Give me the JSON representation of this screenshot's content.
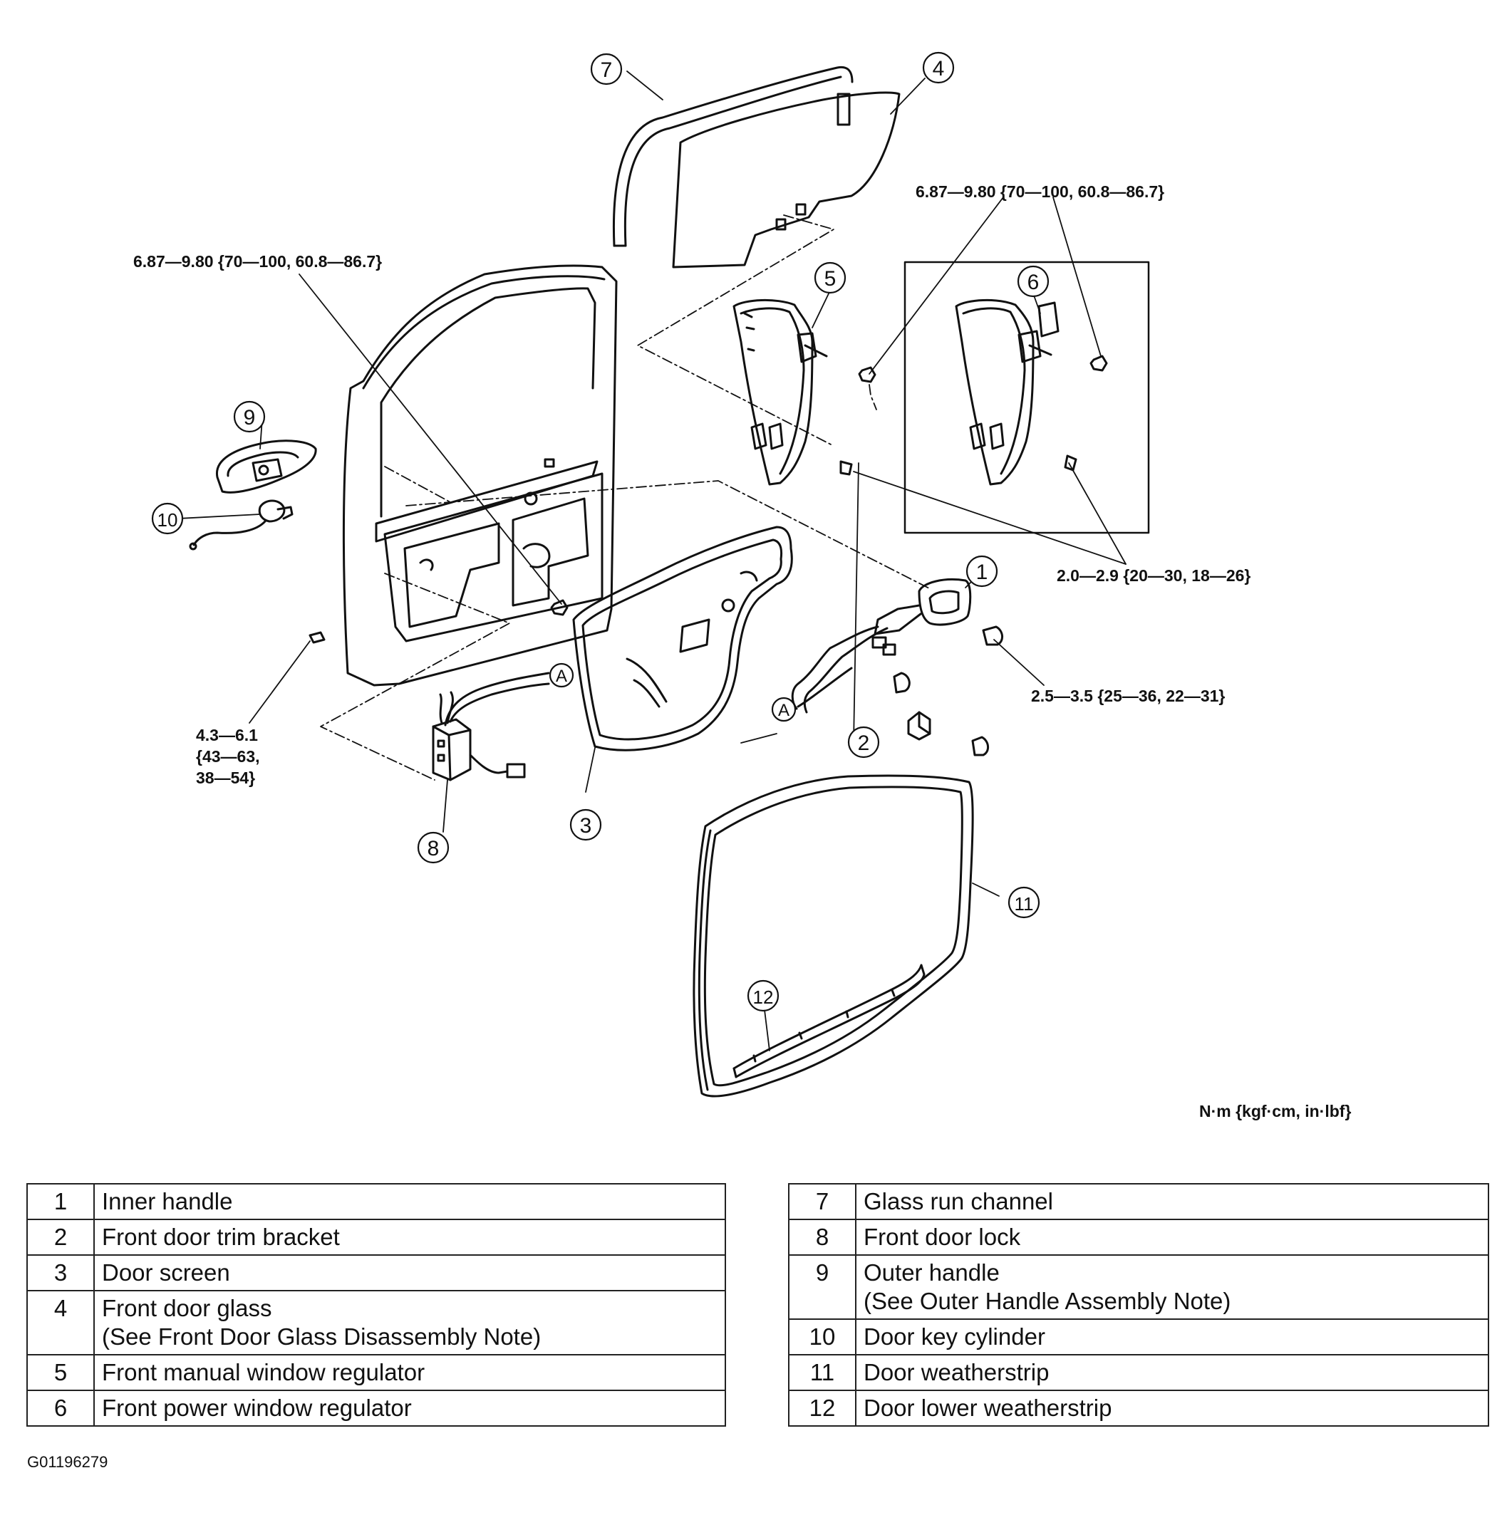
{
  "diagram": {
    "callouts": {
      "c1": "1",
      "c2": "2",
      "c3": "3",
      "c4": "4",
      "c5": "5",
      "c6": "6",
      "c7": "7",
      "c8": "8",
      "c9": "9",
      "c10": "10",
      "c11": "11",
      "c12": "12",
      "cA1": "A",
      "cA2": "A"
    },
    "torque_specs": {
      "regulator_nut_right": "6.87—9.80 {70—100, 60.8—86.7}",
      "regulator_nut_left": "6.87—9.80 {70—100, 60.8—86.7}",
      "regulator_bolt": "2.0—2.9 {20—30, 18—26}",
      "handle_screw": "2.5—3.5 {25—36, 22—31}",
      "lock_screw_line1": "4.3—6.1",
      "lock_screw_line2": "{43—63,",
      "lock_screw_line3": "38—54}"
    },
    "units_label": "N·m {kgf·cm, in·lbf}"
  },
  "parts_table": {
    "left": [
      {
        "num": "1",
        "name": "Inner handle"
      },
      {
        "num": "2",
        "name": "Front door trim bracket"
      },
      {
        "num": "3",
        "name": "Door screen"
      },
      {
        "num": "4",
        "name": "Front door glass\n(See Front Door Glass Disassembly Note)"
      },
      {
        "num": "5",
        "name": "Front manual window regulator"
      },
      {
        "num": "6",
        "name": "Front power window regulator"
      }
    ],
    "right": [
      {
        "num": "7",
        "name": "Glass run channel"
      },
      {
        "num": "8",
        "name": "Front door lock"
      },
      {
        "num": "9",
        "name": "Outer handle\n(See Outer Handle Assembly Note)"
      },
      {
        "num": "10",
        "name": "Door key cylinder"
      },
      {
        "num": "11",
        "name": "Door weatherstrip"
      },
      {
        "num": "12",
        "name": "Door lower weatherstrip"
      }
    ]
  },
  "figure_id": "G01196279"
}
